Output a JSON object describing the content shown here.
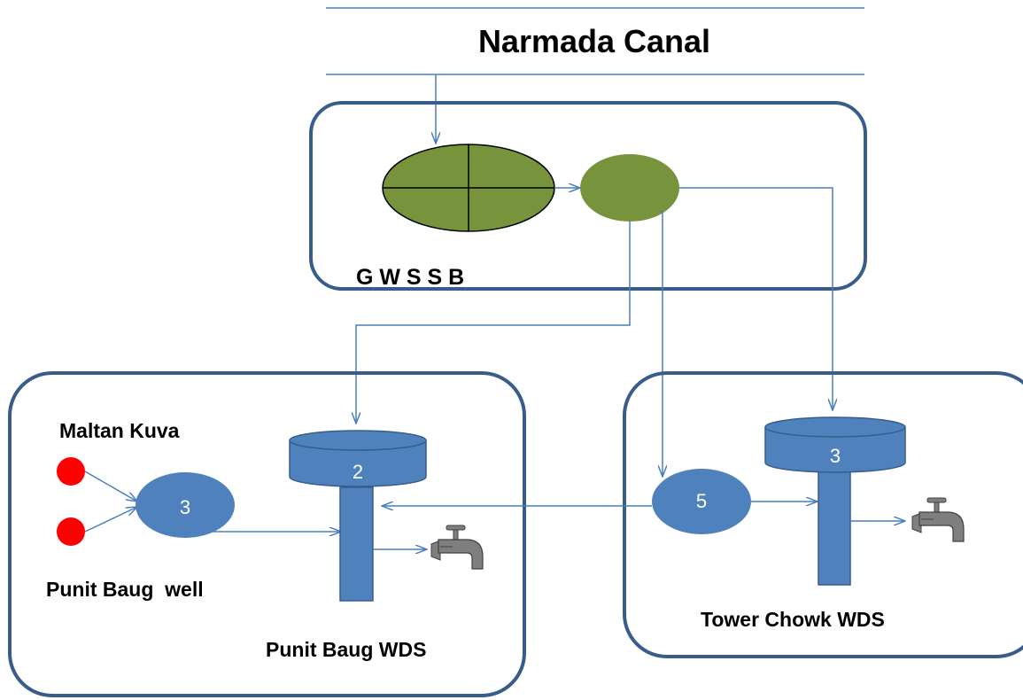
{
  "title": "Narmada Canal",
  "gwssb": {
    "label": "G W S S B"
  },
  "punit_baug": {
    "source_top_label": "Maltan Kuva",
    "source_bottom_label": "Punit Baug  well",
    "sump_value": "3",
    "tank_value": "2",
    "station_label": "Punit Baug WDS"
  },
  "tower_chowk": {
    "sump_value": "5",
    "tank_value": "3",
    "station_label": "Tower Chowk WDS"
  },
  "colors": {
    "line": "#4a7ebb",
    "border": "#385d8a",
    "green": "#77933c",
    "blue": "#4f81bd",
    "red": "#ff0000",
    "tap": "#7f7f7f"
  }
}
